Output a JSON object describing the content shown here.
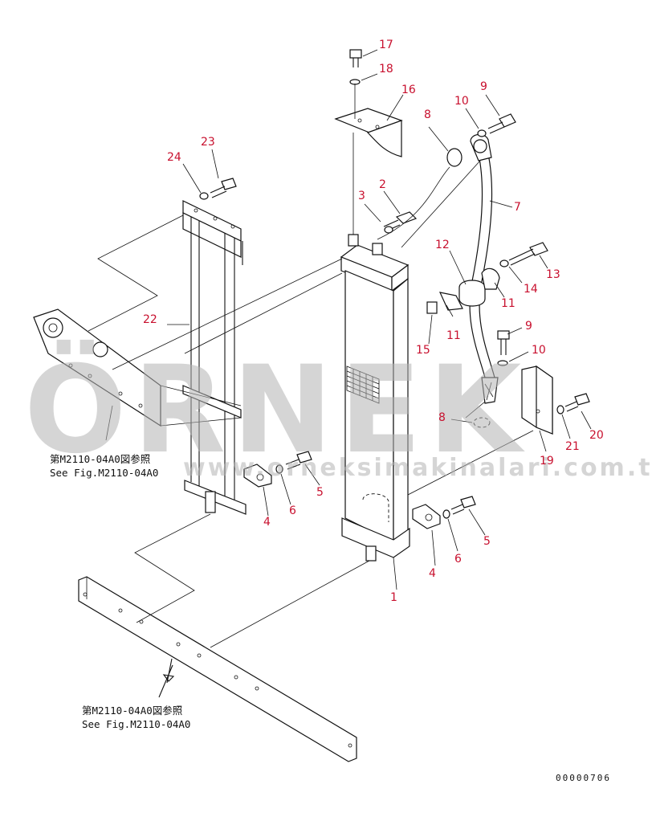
{
  "drawing": {
    "drawing_number": "00000706",
    "callout_color": "#c8102e",
    "line_color": "#111111"
  },
  "watermark": {
    "brand": "ÖRNEK",
    "site": "www.orneksimakinalari.com.tr",
    "color": "#b4b4b4"
  },
  "reference_notes": [
    {
      "jp": "第M2110-04A0図参照",
      "en": "See Fig.M2110-04A0"
    },
    {
      "jp": "第M2110-04A0図参照",
      "en": "See Fig.M2110-04A0"
    }
  ],
  "callouts": [
    "17",
    "18",
    "16",
    "8",
    "10",
    "9",
    "23",
    "24",
    "3",
    "2",
    "7",
    "12",
    "13",
    "14",
    "11",
    "11",
    "22",
    "9",
    "15",
    "10",
    "8",
    "20",
    "21",
    "19",
    "5",
    "6",
    "4",
    "5",
    "6",
    "4",
    "1"
  ],
  "icons": [
    "cap-screw-icon",
    "washer-icon",
    "bracket-icon",
    "hose-icon",
    "clamp-icon",
    "o-ring-icon",
    "radiator-icon",
    "frame-icon"
  ]
}
